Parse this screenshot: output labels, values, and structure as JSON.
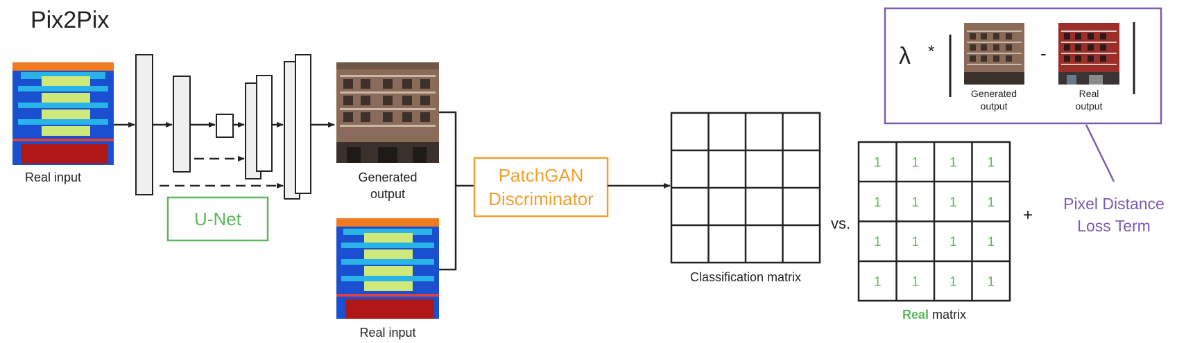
{
  "title": "Pix2Pix",
  "labels": {
    "real_input_top": "Real input",
    "generated_output": [
      "Generated",
      "output"
    ],
    "real_input_bottom": "Real input",
    "unet": "U-Net",
    "patchgan": [
      "PatchGAN",
      "Discriminator"
    ],
    "classification_matrix": "Classification matrix",
    "vs": "vs.",
    "plus": "+",
    "real_matrix_word": "Real",
    "real_matrix_suffix": " matrix",
    "matrix_cell_value": "1",
    "pixel_distance": [
      "Pixel Distance",
      "Loss Term"
    ]
  },
  "formula": {
    "lambda": "λ",
    "times": "*",
    "minus": "-",
    "generated_caption": [
      "Generated",
      "output"
    ],
    "real_caption": [
      "Real",
      "output"
    ]
  },
  "colors": {
    "unet_green": "#5cb85c",
    "patchgan_orange": "#f0a030",
    "loss_purple": "#7b5cb0",
    "ones_green": "#5cb85c"
  }
}
